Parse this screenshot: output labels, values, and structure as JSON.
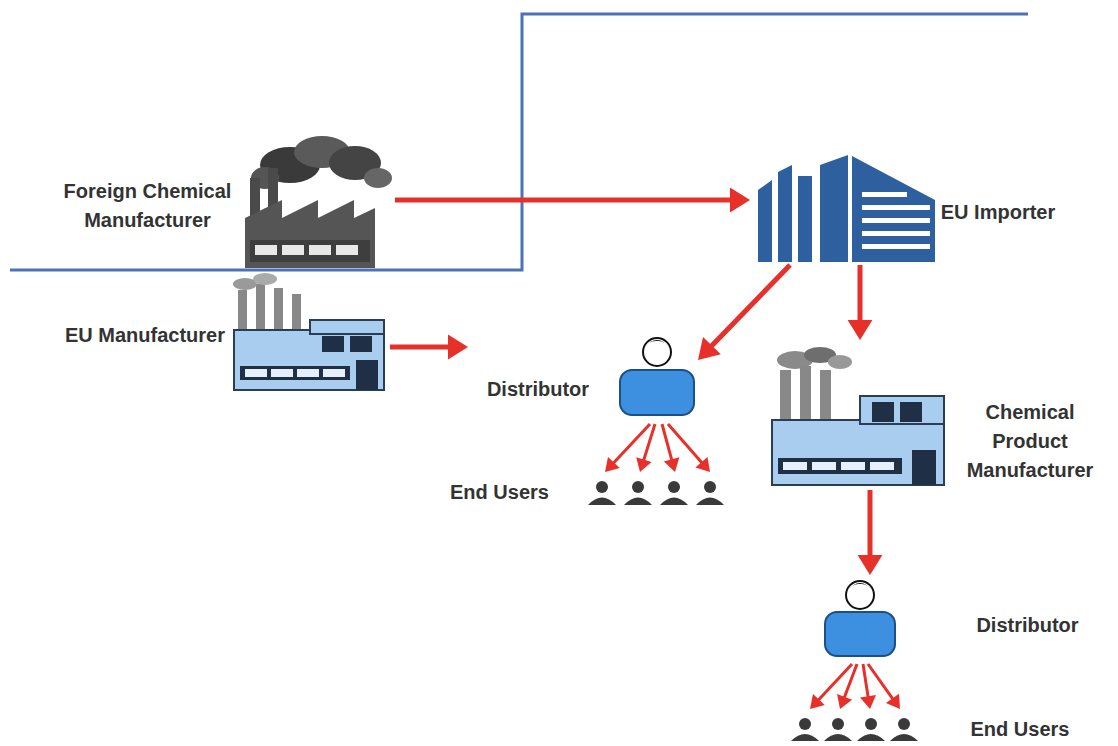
{
  "diagram": {
    "nodes": [
      {
        "text": [
          "Foreign Chemical Manufacturer"
        ]
      },
      {
        "text": [
          "EU Importer"
        ]
      },
      {
        "text": [
          "EU Manufacturer"
        ]
      },
      {
        "text": [
          "Distributor"
        ]
      },
      {
        "text": [
          "Chemical Product Manufacturer"
        ]
      },
      {
        "text": [
          "End Users"
        ]
      },
      {
        "text": [
          "Distributor"
        ]
      },
      {
        "text": [
          "End Users"
        ]
      }
    ],
    "edges": [
      {
        "from": 0,
        "to": 1,
        "arrow": "to"
      },
      {
        "from": 2,
        "to": 3,
        "arrow": "to"
      },
      {
        "from": 1,
        "to": 3,
        "arrow": "to"
      },
      {
        "from": 1,
        "to": 4,
        "arrow": "to"
      },
      {
        "from": 3,
        "to": 5,
        "arrow": "to"
      },
      {
        "from": 4,
        "to": 6,
        "arrow": "to"
      },
      {
        "from": 6,
        "to": 7,
        "arrow": "to"
      }
    ]
  }
}
